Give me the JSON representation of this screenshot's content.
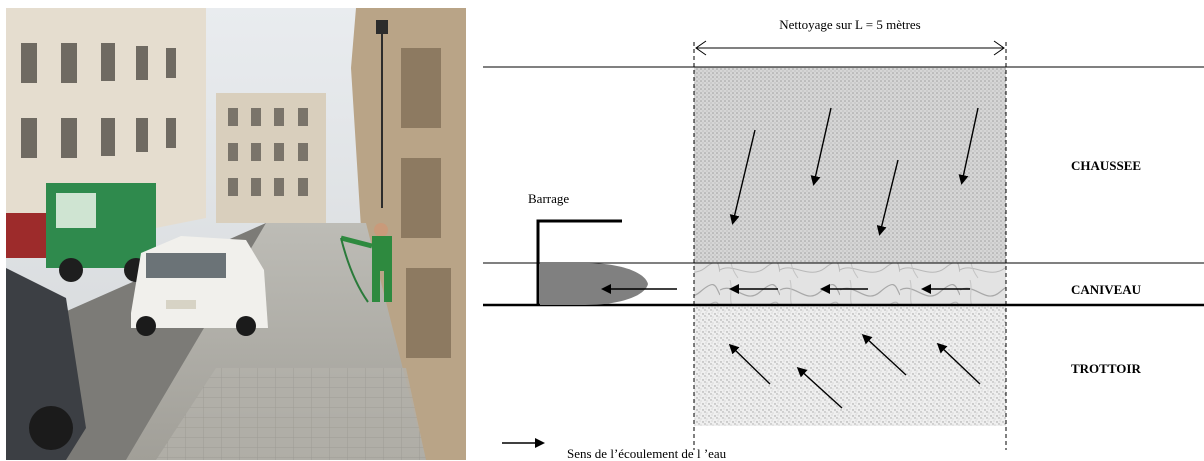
{
  "photo": {
    "description_icon": "street-cleaning-photo"
  },
  "diagram": {
    "dimension_label": "Nettoyage sur L = 5 mètres",
    "barrage_label": "Barrage",
    "zones": {
      "chaussee": "CHAUSSEE",
      "caniveau": "CANIVEAU",
      "trottoir": "TROTTOIR"
    },
    "legend_label": "Sens de l’écoulement de l ’eau",
    "colors": {
      "ink": "#000000",
      "water": "#808080",
      "road_texture": "#b8b8b8",
      "gutter_texture": "#a0a0a0",
      "sidewalk_texture": "#9a9a9a"
    }
  }
}
